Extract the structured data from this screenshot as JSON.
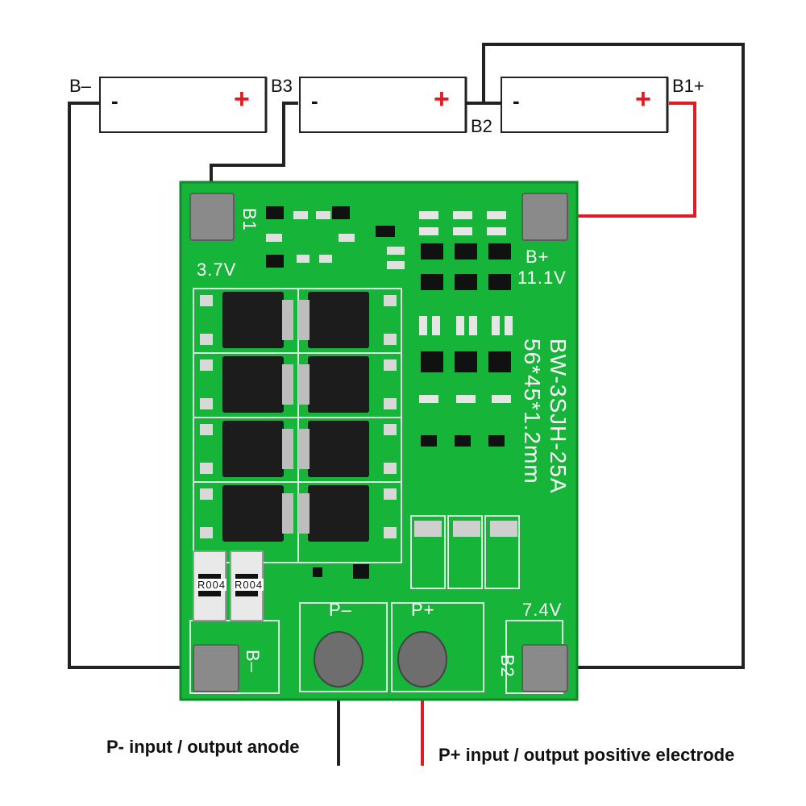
{
  "colors": {
    "pcb": "#17b43a",
    "pcb_dark": "#0f8a2b",
    "wire_black": "#222222",
    "wire_red": "#e01b24",
    "pad": "#8a8a8a",
    "mosfet": "#1c1c1c"
  },
  "batteries": [
    {
      "minus": "-",
      "plus": "+"
    },
    {
      "minus": "-",
      "plus": "+"
    },
    {
      "minus": "-",
      "plus": "+"
    }
  ],
  "terminals": {
    "b_minus": "B–",
    "b3": "B3",
    "b2": "B2",
    "b1_plus": "B1+"
  },
  "board": {
    "pad_b1": "B1",
    "voltage_b1": "3.7V",
    "pad_bplus": "B+",
    "voltage_bplus": "11.1V",
    "model": "BW-3SJH-25A",
    "dimensions": "56*45*1.2mm",
    "pad_pminus": "P–",
    "pad_pplus": "P+",
    "voltage_b2": "7.4V",
    "pad_b2": "B2",
    "pad_bminus": "B–",
    "resistor_1": "R004",
    "resistor_2": "R004"
  },
  "captions": {
    "p_minus": "P- input / output anode",
    "p_plus": "P+ input / output positive electrode"
  }
}
